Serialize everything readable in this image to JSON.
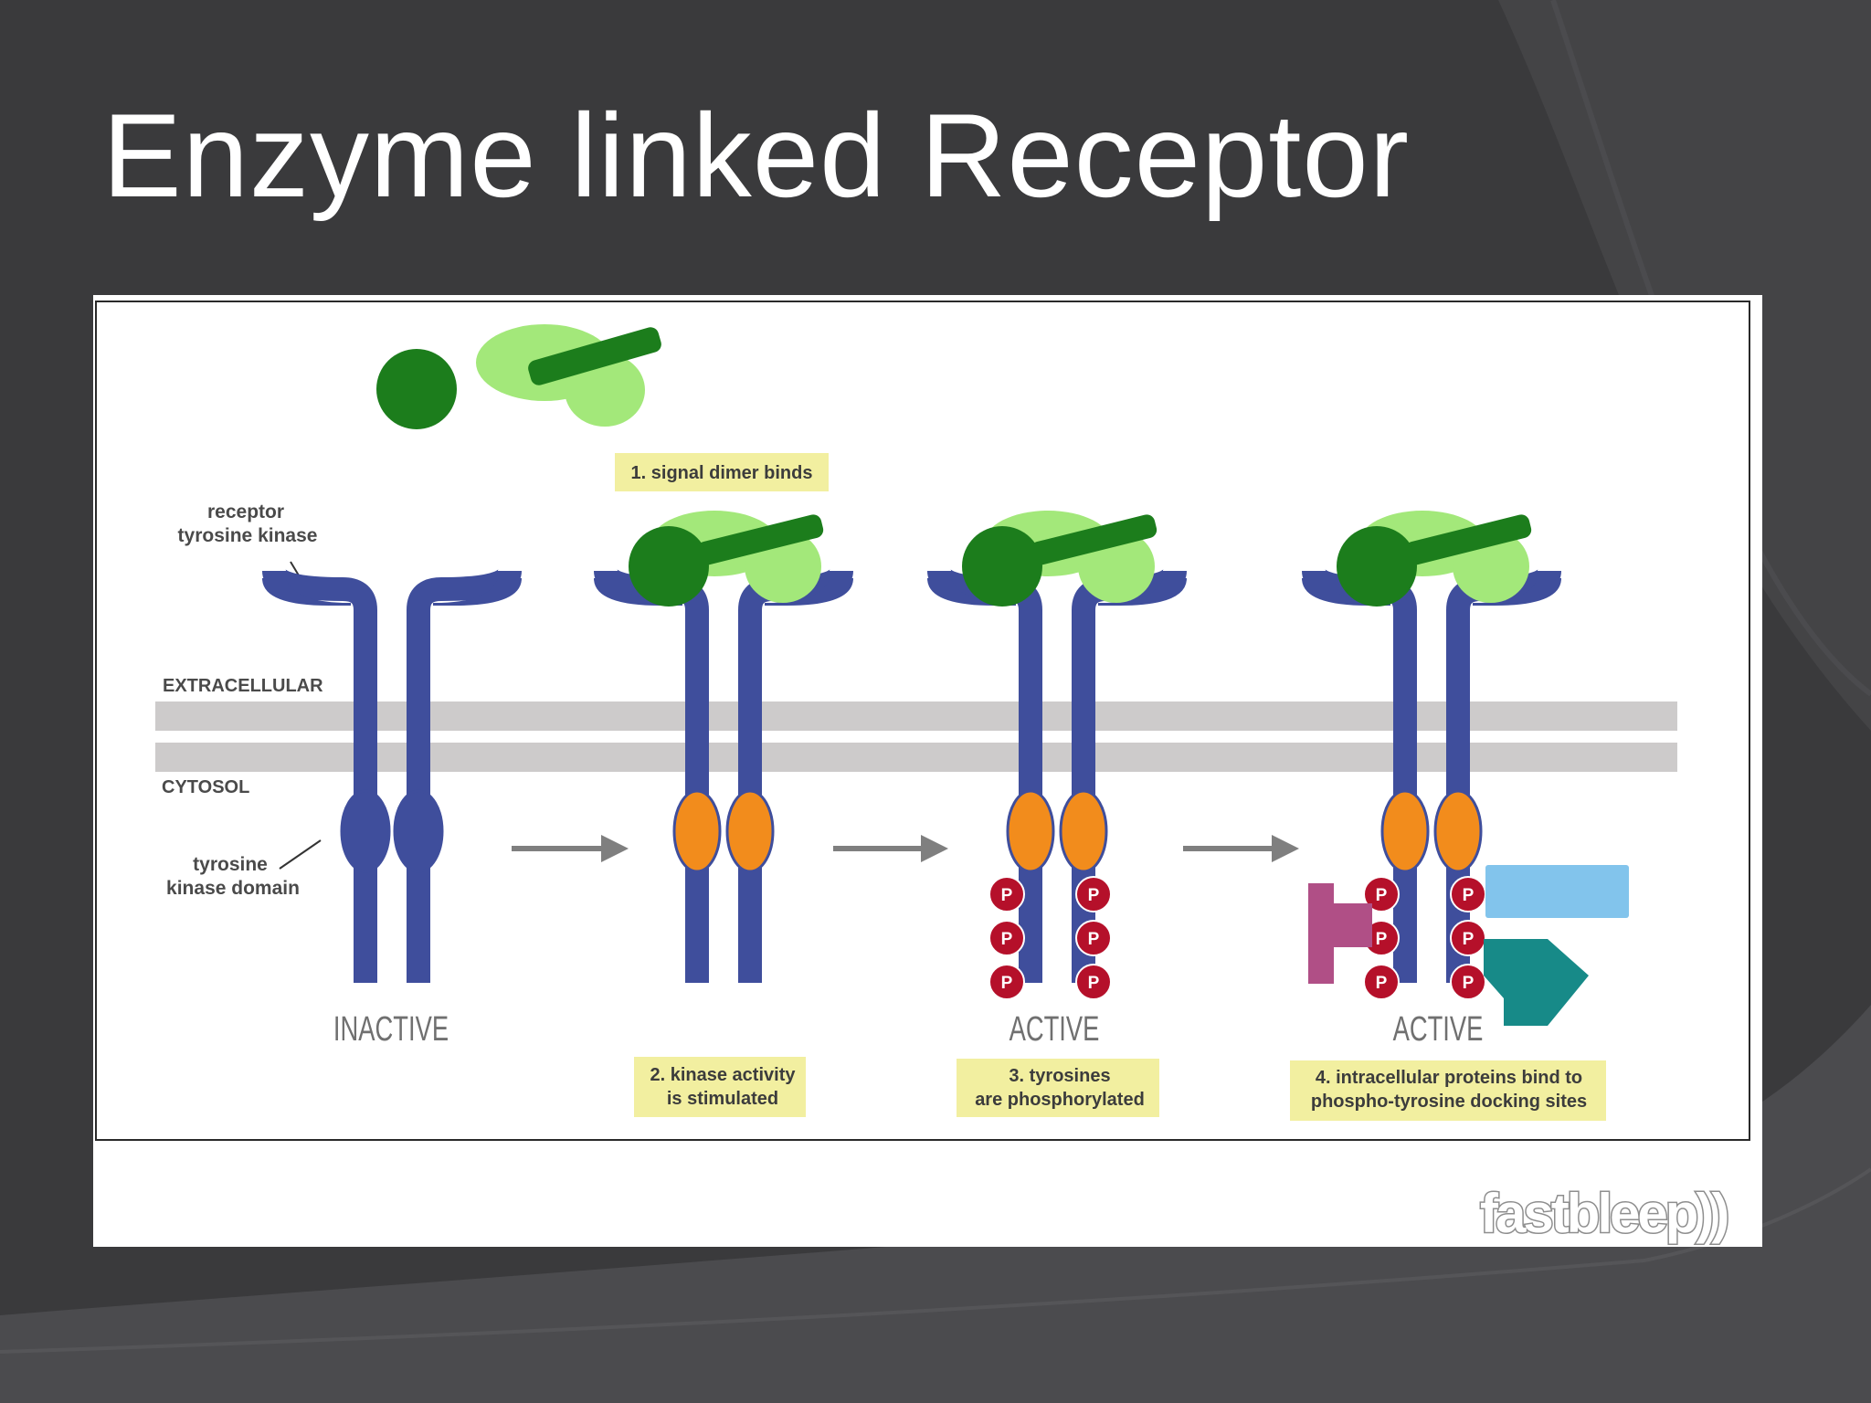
{
  "slide": {
    "title": "Enzyme linked Receptor"
  },
  "diagram": {
    "side_labels": {
      "receptor": [
        "receptor",
        "tyrosine kinase"
      ],
      "extracellular": "EXTRACELLULAR",
      "cytosol": "CYTOSOL",
      "kinase_domain": [
        "tyrosine",
        "kinase domain"
      ]
    },
    "states": [
      "INACTIVE",
      "ACTIVE",
      "ACTIVE"
    ],
    "steps": [
      [
        "1. signal dimer binds"
      ],
      [
        "2. kinase activity",
        "is stimulated"
      ],
      [
        "3. tyrosines",
        "are phosphorylated"
      ],
      [
        "4. intracellular proteins bind to",
        "phospho-tyrosine docking sites"
      ]
    ],
    "phospho_symbol": "P",
    "logo": "fastbleep))",
    "colors": {
      "receptor": "#3f4e9c",
      "inactive_kinase": "#3f4e9c",
      "active_kinase": "#f28c1c",
      "signal_dark": "#1c7d1c",
      "signal_light": "#a3e87a",
      "membrane": "#cdcbcb",
      "phosphate": "#b5102a",
      "label_box": "#f2efa0",
      "arrow": "#7f7f7f",
      "docking_protein_1": "#b04f86",
      "docking_protein_2": "#82c4ec",
      "docking_protein_3": "#178a88"
    }
  }
}
